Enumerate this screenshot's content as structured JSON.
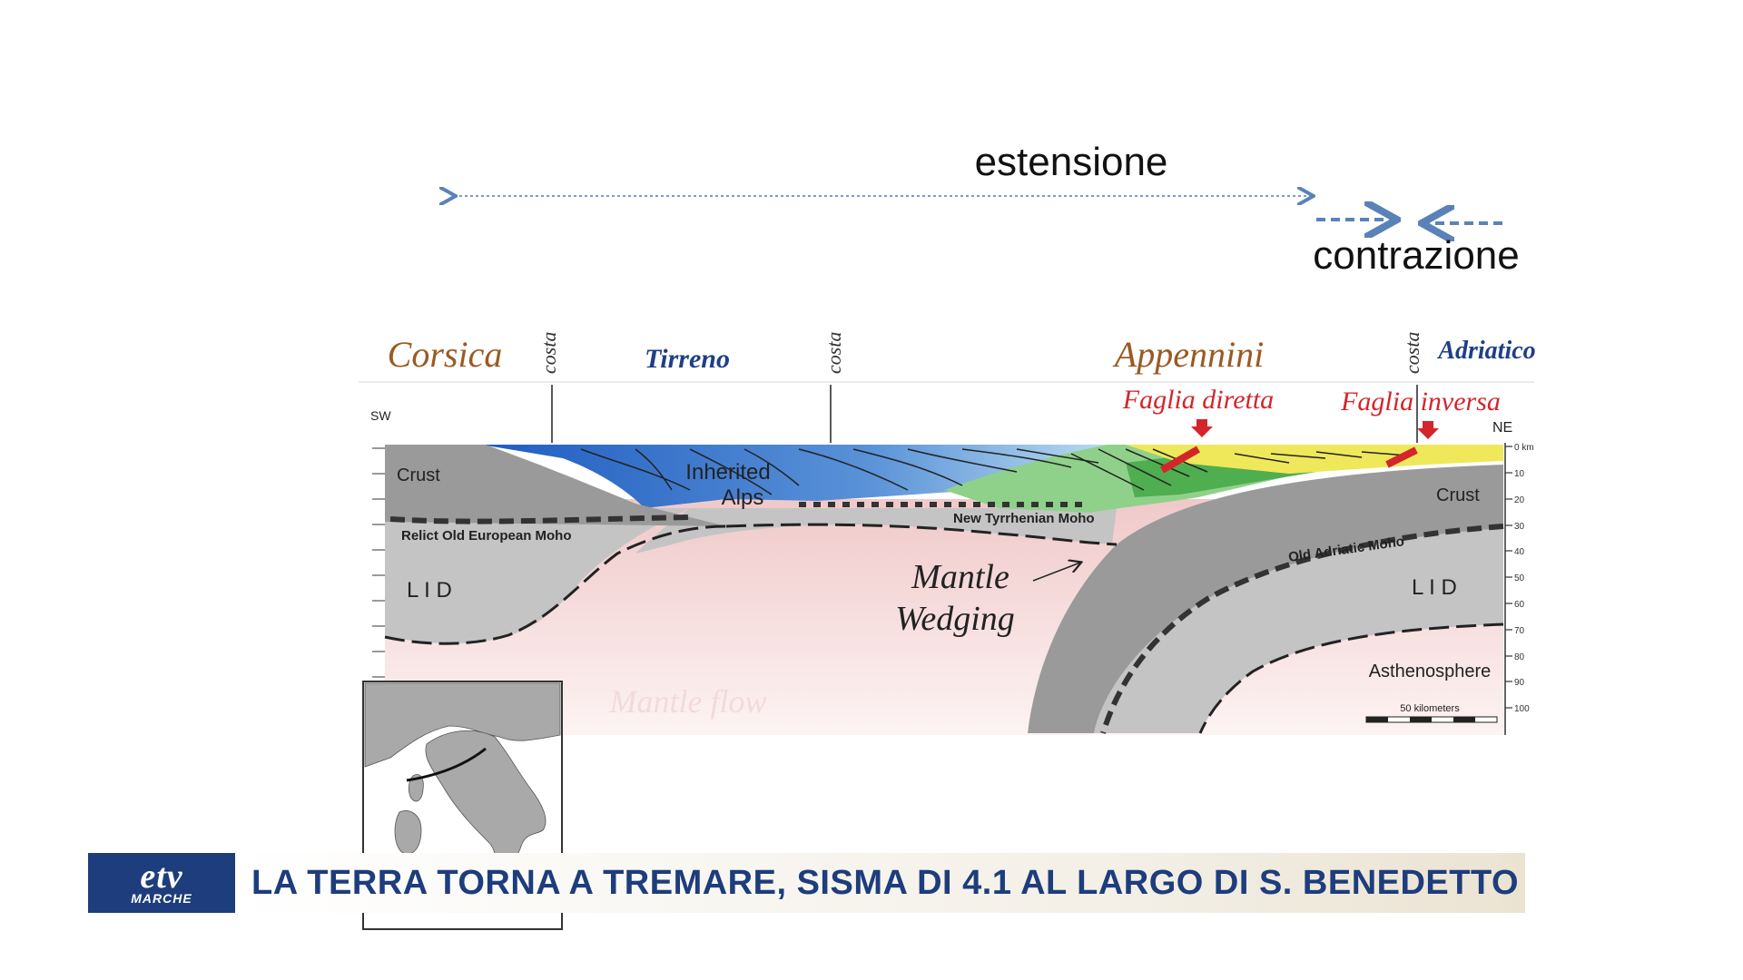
{
  "diagram": {
    "extension_label": "estensione",
    "contraction_label": "contrazione",
    "regions": {
      "corsica": "Corsica",
      "tirreno": "Tirreno",
      "appennini": "Appennini",
      "adriatico": "Adriatico"
    },
    "coast_label": "costa",
    "faults": {
      "normal": "Faglia diretta",
      "reverse": "Faglia inversa"
    },
    "directions": {
      "sw": "SW",
      "ne": "NE"
    },
    "layers": {
      "crust_left": "Crust",
      "crust_right": "Crust",
      "inherited_alps_line1": "Inherited",
      "inherited_alps_line2": "Alps",
      "relict_moho": "Relict Old European Moho",
      "new_tyrrhenian_moho": "New Tyrrhenian Moho",
      "old_adriatic_moho": "Old Adriatic Moho",
      "lid_left": "L I D",
      "lid_right": "L I D",
      "mantle_wedging_line1": "Mantle",
      "mantle_wedging_line2": "Wedging",
      "mantle_flow": "Mantle flow",
      "asthenosphere": "Asthenosphere"
    },
    "depth_ticks": [
      "0 km",
      "10",
      "20",
      "30",
      "40",
      "50",
      "60",
      "70",
      "80",
      "90",
      "100"
    ],
    "scale_bar": "50 kilometers",
    "colors": {
      "sea": "#2f6fc0",
      "crust": "#9a9a9a",
      "lid": "#c4c4c4",
      "mantle": "#f3d3d3",
      "apennine_green": "#8fd18a",
      "adriatic_yellow": "#efe85a",
      "fault_red": "#d4252a",
      "region_brown": "#9a5a22",
      "region_blue": "#1f3f86",
      "arrow_blue": "#5a82b8"
    }
  },
  "ticker": {
    "logo_main": "etv",
    "logo_sub": "MARCHE",
    "headline": "LA TERRA TORNA A TREMARE, SISMA DI 4.1 AL LARGO DI S. BENEDETTO",
    "brand_color": "#1d3d7c"
  }
}
